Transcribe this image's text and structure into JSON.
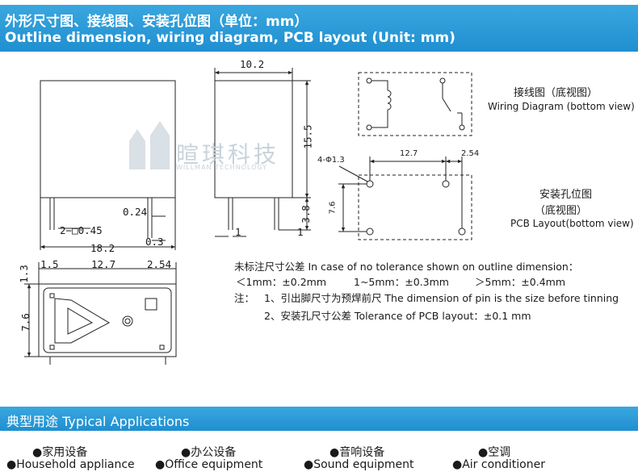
{
  "header": {
    "title_cn": "外形尺寸图、接线图、安装孔位图（单位：mm）",
    "title_en": "Outline dimension, wiring diagram, PCB layout (Unit: mm)"
  },
  "dims": {
    "d102": "10.2",
    "d155": "15.5",
    "d182": "18.2",
    "d024": "0.24",
    "d045": "2−□0.45",
    "d03": "0.3",
    "d38": "3.8",
    "d1": "1",
    "d15": "1.5",
    "d127": "12.7",
    "d254": "2.54",
    "d13": "1.3",
    "d76": "7.6",
    "holes": "4-Φ1.3"
  },
  "watermark": {
    "cn": "暄琪科技",
    "en": "WILLMAN TECHNOLOGY"
  },
  "wiring": {
    "cn": "接线图（底视图）",
    "en": "Wiring Diagram (bottom view)"
  },
  "pcb": {
    "cn": "安装孔位图",
    "cn2": "（底视图）",
    "en": "PCB Layout(bottom view)"
  },
  "notes": {
    "line1": "未标注尺寸公差 In case of no tolerance shown on outline dimension：",
    "tol1": "＜1mm：±0.2mm",
    "tol2": "1~5mm：±0.3mm",
    "tol3": "＞5mm：±0.4mm",
    "label": "注：",
    "n1": "1、引出脚尺寸为预焊前尺 The dimension of pin is the size before tinning",
    "n2": "2、安装孔尺寸公差 Tolerance of PCB layout：±0.1 mm"
  },
  "applications": {
    "title": "典型用途 Typical Applications",
    "items": [
      {
        "cn": "●家用设备",
        "en": "●Household appliance"
      },
      {
        "cn": "●办公设备",
        "en": "●Office equipment"
      },
      {
        "cn": "●音响设备",
        "en": "●Sound equipment"
      },
      {
        "cn": "●空调",
        "en": "●Air conditioner"
      }
    ]
  }
}
